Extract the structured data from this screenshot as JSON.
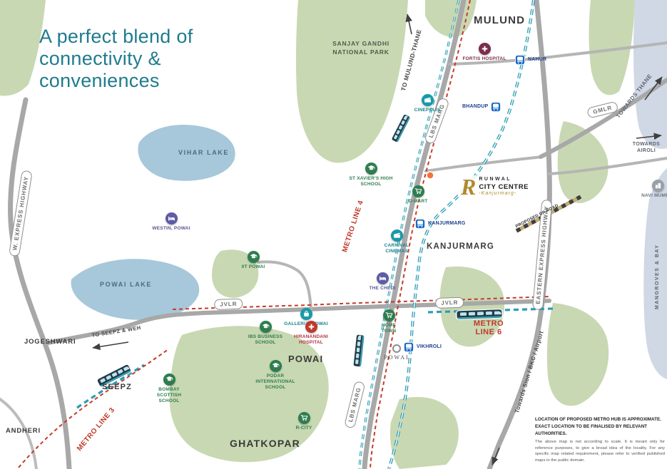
{
  "title": {
    "line1": "A perfect blend of",
    "line2": "connectivity &",
    "line3": "conveniences"
  },
  "regions": {
    "mulund": "MULUND",
    "kanjurmarg": "KANJURMARG",
    "powai": "POWAI",
    "ghatkopar": "GHATKOPAR",
    "seepz": "SEEPZ",
    "andheri": "ANDHERI",
    "jogeshwari": "JOGESHWARI"
  },
  "features": {
    "vihar_lake": "VIHAR LAKE",
    "powai_lake": "POWAI LAKE",
    "sgnp": "SANJAY GANDHI NATIONAL PARK",
    "mangroves": "MANGROVES & BAY"
  },
  "roads": {
    "weh": "W. EXPRESS HIGHWAY",
    "lbs": "LBS MARG",
    "jvlr": "JVLR",
    "gmlr": "GMLR",
    "eeh": "EASTERN EXPRESS HIGHWAY",
    "dp": "PROPOSED DP ROAD"
  },
  "metro": {
    "line3": "METRO LINE 3",
    "line4": "METRO LINE 4",
    "line6": "METRO LINE 6"
  },
  "directions": {
    "to_mulund_thane": "TO MULUND-THANE",
    "towards_thane": "TOWARDS THANE",
    "towards_airoli": "TOWARDS AIROLI",
    "towards_sion": "Towards Sion / BKC / Airport",
    "to_seepz_weh": "TO SEEPZ & WEH"
  },
  "pois": [
    {
      "id": "fortis-hospital",
      "label": "FORTIS HOSPITAL",
      "type": "hospital"
    },
    {
      "id": "nahur-station",
      "label": "NAHUR",
      "type": "station"
    },
    {
      "id": "cinepolis",
      "label": "CINEPOLIS",
      "type": "cinema"
    },
    {
      "id": "bhandup-station",
      "label": "BHANDUP",
      "type": "station"
    },
    {
      "id": "st-xaviers-high-school",
      "label": "ST XAVIER'S HIGH SCHOOL",
      "type": "school"
    },
    {
      "id": "d-mart",
      "label": "D-MART",
      "type": "retail"
    },
    {
      "id": "kanjurmarg-station",
      "label": "KANJURMARG",
      "type": "station"
    },
    {
      "id": "carnival-cinemas",
      "label": "CARNIVAL CINEMAS",
      "type": "cinema"
    },
    {
      "id": "westin-powai",
      "label": "WESTIN, POWAI",
      "type": "hotel"
    },
    {
      "id": "iit-powai",
      "label": "IIT POWAI",
      "type": "school"
    },
    {
      "id": "the-chedi",
      "label": "THE CHEDI",
      "type": "hotel"
    },
    {
      "id": "galleria-powai",
      "label": "GALLERIA, POWAI",
      "type": "mall"
    },
    {
      "id": "home-town",
      "label": "HOME TOWN",
      "type": "retail"
    },
    {
      "id": "ibs-business-school",
      "label": "IBS BUSINESS SCHOOL",
      "type": "school"
    },
    {
      "id": "hiranandani-hospital",
      "label": "HIRANANDANI HOSPITAL",
      "type": "hospital"
    },
    {
      "id": "vikhroli-station",
      "label": "VIKHROLI",
      "type": "station"
    },
    {
      "id": "powai-halt",
      "label": "POWAI",
      "type": "halt"
    },
    {
      "id": "podar-international-school",
      "label": "PODAR INTERNATIONAL SCHOOL",
      "type": "school"
    },
    {
      "id": "bombay-scottish-school",
      "label": "BOMBAY SCOTTISH SCHOOL",
      "type": "school"
    },
    {
      "id": "r-city",
      "label": "R-CITY",
      "type": "retail"
    },
    {
      "id": "navi-mumbai",
      "label": "NAVI MUMBAI",
      "type": "city"
    }
  ],
  "project": {
    "monogram": "R",
    "line1": "RUNWAL",
    "line2": "CITY CENTRE",
    "line3": "-Kanjurmarg-"
  },
  "disclaimer": {
    "bold1": "LOCATION OF PROPOSED METRO HUB IS APPROXIMATE.",
    "bold2": "EXACT LOCATION TO BE FINALISED BY RELEVANT AUTHORITIES.",
    "body": "The above map is not according to scale. It is meant only for reference purposes, to give a broad idea of the locality. For any specific map related requirement, please refer to verified published maps in the public domain."
  },
  "colors": {
    "title_teal": "#1f7b8e",
    "metro_red": "#c0392b",
    "rail_teal": "#2a9db5",
    "park_green": "#c8d8b2",
    "lake_blue": "#a7c8da",
    "bay_blue": "#cfd8e4",
    "road_grey": "#a8a8a8",
    "station_blue": "#1569c7",
    "school_green": "#2e7d4f",
    "cinema_teal": "#1899a8",
    "hospital_maroon": "#7c2d4e",
    "hotel_purple": "#5f5ca6",
    "gold": "#b08a2e",
    "hub_orange": "#f4713c"
  }
}
